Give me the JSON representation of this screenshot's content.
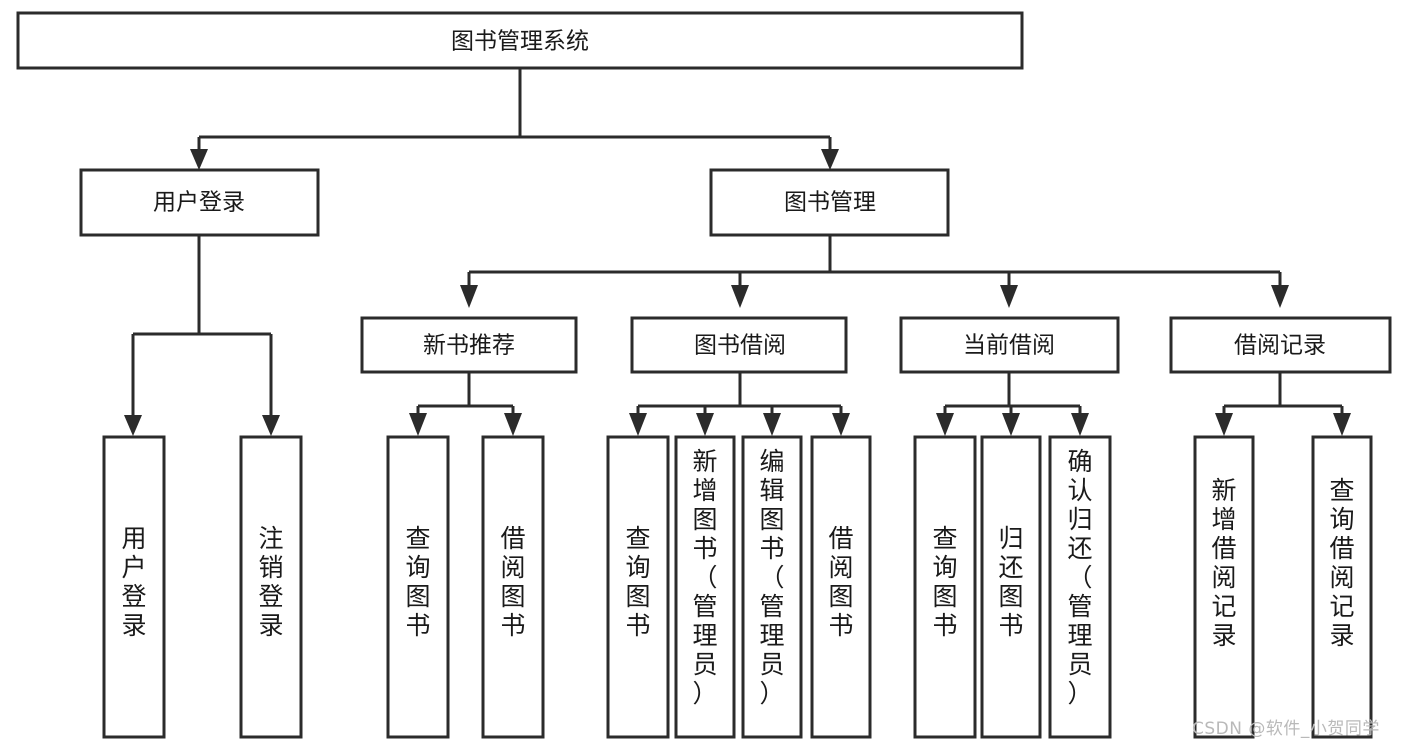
{
  "diagram": {
    "title": "图书管理系统",
    "type": "tree-hierarchy",
    "root": {
      "id": "root",
      "label": "图书管理系统",
      "orientation": "horizontal"
    },
    "level2": [
      {
        "id": "user-login",
        "label": "用户登录",
        "orientation": "horizontal"
      },
      {
        "id": "book-manage",
        "label": "图书管理",
        "orientation": "horizontal"
      }
    ],
    "level3": [
      {
        "id": "new-book-recommend",
        "label": "新书推荐",
        "orientation": "horizontal"
      },
      {
        "id": "book-borrow",
        "label": "图书借阅",
        "orientation": "horizontal"
      },
      {
        "id": "current-borrow",
        "label": "当前借阅",
        "orientation": "horizontal"
      },
      {
        "id": "borrow-record",
        "label": "借阅记录",
        "orientation": "horizontal"
      }
    ],
    "leaves": [
      {
        "id": "leaf-user-login",
        "label": "用户登录",
        "parent": "user-login",
        "orientation": "vertical"
      },
      {
        "id": "leaf-logout-login",
        "label": "注销登录",
        "parent": "user-login",
        "orientation": "vertical"
      },
      {
        "id": "leaf-query-book-1",
        "label": "查询图书",
        "parent": "new-book-recommend",
        "orientation": "vertical"
      },
      {
        "id": "leaf-borrow-book-1",
        "label": "借阅图书",
        "parent": "new-book-recommend",
        "orientation": "vertical"
      },
      {
        "id": "leaf-query-book-2",
        "label": "查询图书",
        "parent": "book-borrow",
        "orientation": "vertical"
      },
      {
        "id": "leaf-add-book",
        "label": "新增图书（管理员）",
        "parent": "book-borrow",
        "orientation": "vertical"
      },
      {
        "id": "leaf-edit-book",
        "label": "编辑图书（管理员）",
        "parent": "book-borrow",
        "orientation": "vertical"
      },
      {
        "id": "leaf-borrow-book-2",
        "label": "借阅图书",
        "parent": "book-borrow",
        "orientation": "vertical"
      },
      {
        "id": "leaf-query-book-3",
        "label": "查询图书",
        "parent": "current-borrow",
        "orientation": "vertical"
      },
      {
        "id": "leaf-return-book",
        "label": "归还图书",
        "parent": "current-borrow",
        "orientation": "vertical"
      },
      {
        "id": "leaf-confirm-return",
        "label": "确认归还（管理员）",
        "parent": "current-borrow",
        "orientation": "vertical"
      },
      {
        "id": "leaf-add-record",
        "label": "新增借阅记录",
        "parent": "borrow-record",
        "orientation": "vertical"
      },
      {
        "id": "leaf-query-record",
        "label": "查询借阅记录",
        "parent": "borrow-record",
        "orientation": "vertical"
      }
    ],
    "colors": {
      "stroke": "#2b2b2b",
      "fill": "#ffffff",
      "text": "#1a1a1a",
      "background": "#ffffff",
      "watermark": "#b9b9b9"
    }
  },
  "watermark": {
    "text": "CSDN @软件_小贺同学"
  }
}
